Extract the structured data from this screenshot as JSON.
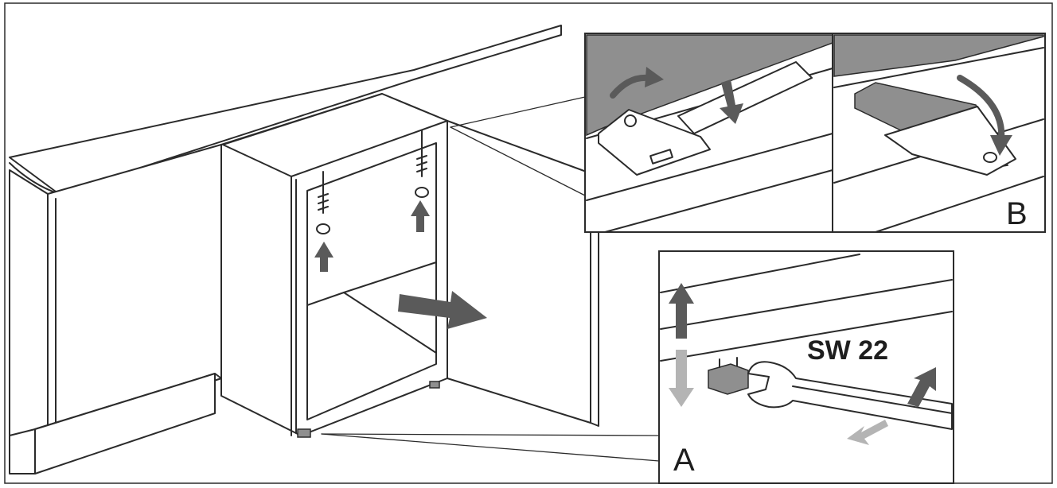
{
  "labels": {
    "detail_a": "A",
    "detail_b": "B",
    "wrench_size": "SW 22"
  },
  "colors": {
    "line": "#2b2b2b",
    "arrow_dark": "#5a5a5a",
    "arrow_light": "#b4b4b4",
    "panel_shade": "#8f8f8f",
    "background": "#ffffff"
  },
  "icons": [
    "screw-icon",
    "push-arrow-icon",
    "wrench-icon",
    "adjusting-nut-icon",
    "curved-arrow-icon"
  ]
}
